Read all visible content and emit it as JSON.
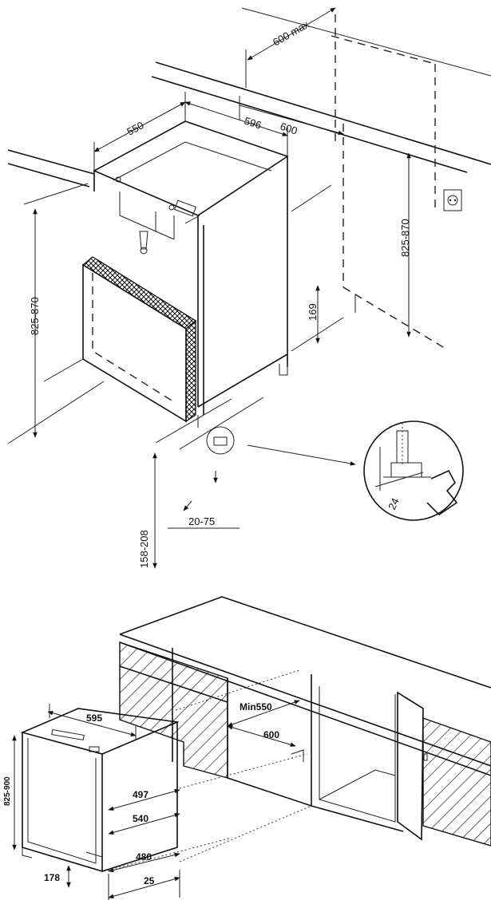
{
  "top_diagram": {
    "dims": {
      "d600max": "600 max",
      "d550": "550",
      "d596": "596",
      "d600": "600",
      "d825_870_left": "825-870",
      "d825_870_right": "825-870",
      "d169": "169",
      "d158_208": "158-208",
      "d20_75": "20-75",
      "d24": "24"
    }
  },
  "bottom_diagram": {
    "dims": {
      "d595": "595",
      "dmin550": "Min550",
      "d600": "600",
      "d825_900": "825-900",
      "d497": "497",
      "d540": "540",
      "d480": "480",
      "d178": "178",
      "d25": "25"
    }
  },
  "colors": {
    "line": "#111111",
    "background": "#ffffff"
  }
}
